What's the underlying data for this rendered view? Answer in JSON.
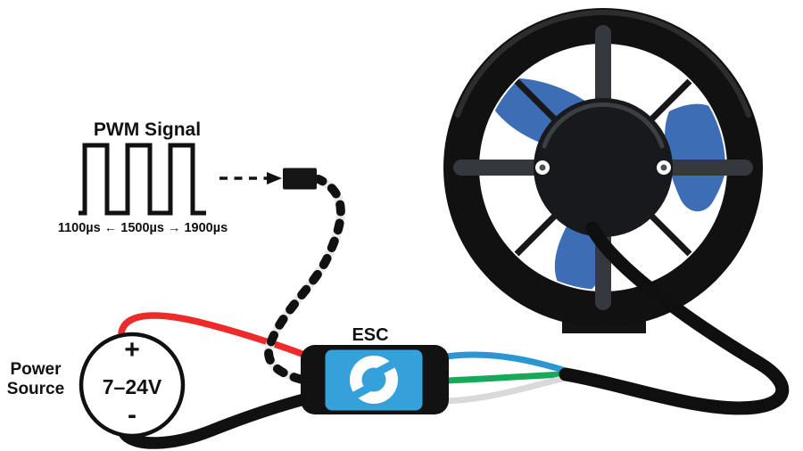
{
  "pwm": {
    "title": "PWM Signal",
    "range_label": "1100µs ← 1500µs → 1900µs"
  },
  "power_source": {
    "label_line1": "Power",
    "label_line2": "Source",
    "positive": "+",
    "voltage": "7–24V",
    "negative": "-"
  },
  "esc": {
    "label": "ESC"
  },
  "icons": {
    "esc_logo": "blue-robotics-rotating-arcs-logo"
  },
  "colors": {
    "ink": "#111111",
    "esc_blue": "#35a1db",
    "propeller_blue": "#3d6eb5",
    "wire_red": "#ee2b2b",
    "wire_black": "#111111",
    "wire_blue": "#2b96d2",
    "wire_green": "#17a85a",
    "wire_white": "#d9d9d9",
    "twisted_white": "#e9e9e6",
    "strut_gray": "#35383c",
    "hub_dark": "#17191c",
    "ring_black": "#111111"
  }
}
